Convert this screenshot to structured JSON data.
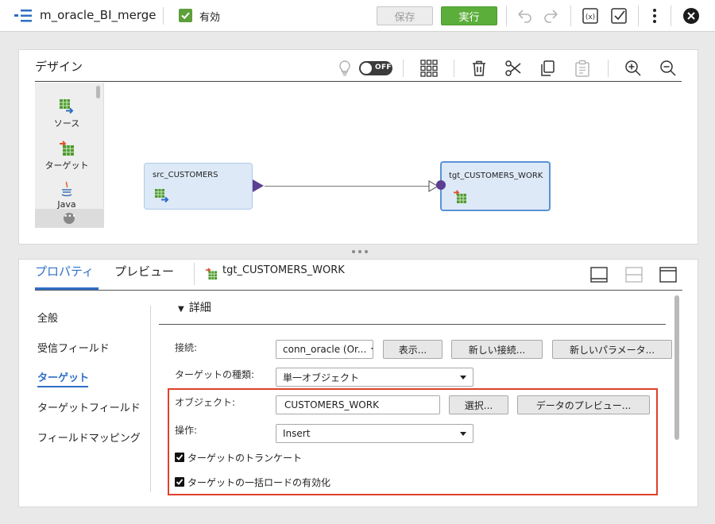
{
  "header": {
    "title": "m_oracle_BI_merge",
    "enabled_label": "有効",
    "save_label": "保存",
    "run_label": "実行",
    "icons": [
      "undo-icon",
      "redo-icon",
      "expression-icon",
      "validate-icon",
      "more-icon",
      "close-icon"
    ]
  },
  "design": {
    "title": "デザイン",
    "toggle_label": "OFF",
    "palette": [
      {
        "label": "ソース",
        "icon": "source-icon"
      },
      {
        "label": "ターゲット",
        "icon": "target-icon"
      },
      {
        "label": "Java",
        "icon": "java-icon"
      }
    ],
    "nodes": {
      "source": "src_CUSTOMERS",
      "target": "tgt_CUSTOMERS_WORK"
    },
    "toolbar_icons": [
      "hint-icon",
      "grid-icon",
      "delete-icon",
      "cut-icon",
      "copy-icon",
      "paste-icon",
      "zoom-in-icon",
      "zoom-out-icon"
    ]
  },
  "properties": {
    "tabs": [
      "プロパティ",
      "プレビュー"
    ],
    "active_tab": "プロパティ",
    "selected_object": "tgt_CUSTOMERS_WORK",
    "nav": [
      "全般",
      "受信フィールド",
      "ターゲット",
      "ターゲットフィールド",
      "フィールドマッピング"
    ],
    "active_nav": "ターゲット",
    "section_title": "詳細",
    "fields": {
      "connection_label": "接続:",
      "connection_value": "conn_oracle (Or...",
      "show_button": "表示...",
      "new_connection_button": "新しい接続...",
      "new_parameter_button": "新しいパラメータ...",
      "target_type_label": "ターゲットの種類:",
      "target_type_value": "単一オブジェクト",
      "object_label": "オブジェクト:",
      "object_value": "CUSTOMERS_WORK",
      "select_button": "選択...",
      "data_preview_button": "データのプレビュー...",
      "operation_label": "操作:",
      "operation_value": "Insert",
      "truncate_label": "ターゲットのトランケート",
      "truncate_checked": true,
      "bulk_load_label": "ターゲットの一括ロードの有効化",
      "bulk_load_checked": true
    }
  },
  "colors": {
    "accent": "#2f6fc7",
    "run_button": "#5cae3b",
    "highlight": "#e0402a",
    "node_fill": "#dde9f7"
  }
}
